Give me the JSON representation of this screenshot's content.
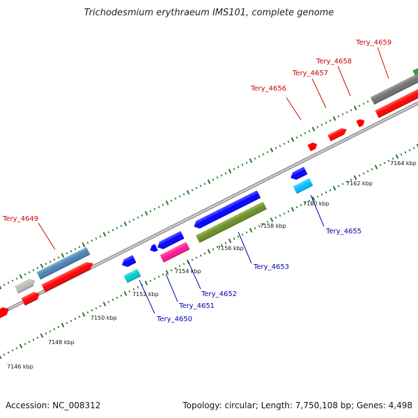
{
  "title": "Trichodesmium erythraeum IMS101, complete genome",
  "footer": {
    "accession": "Accession: NC_008312",
    "info": "Topology: circular; Length: 7,750,108 bp; Genes: 4,498"
  },
  "ticks": [
    "7146 kbp",
    "7148 kbp",
    "7150 kbp",
    "7152 kbp",
    "7154 kbp",
    "7156 kbp",
    "7158 kbp",
    "7160 kbp",
    "7162 kbp",
    "7164 kbp"
  ],
  "colors": {
    "forward_label": "#cc0000",
    "reverse_label": "#0000aa",
    "axis": "#888888",
    "tick": "#1a7a1a",
    "red_gene": "#ff0000",
    "blue_gene": "#0000ff",
    "steelblue_gene": "#4682b4",
    "gray_gene": "#bbbbbb",
    "darkgray_gene": "#707070",
    "cyan_gene": "#00cccc",
    "skyblue_gene": "#00bfff",
    "pink_gene": "#ff1493",
    "olive_gene": "#6b8e23"
  },
  "genes": {
    "forward": [
      "Tery_4649",
      "Tery_4656",
      "Tery_4657",
      "Tery_4658",
      "Tery_4659"
    ],
    "reverse": [
      "Tery_4650",
      "Tery_4651",
      "Tery_4652",
      "Tery_4653",
      "Tery_4655"
    ]
  }
}
